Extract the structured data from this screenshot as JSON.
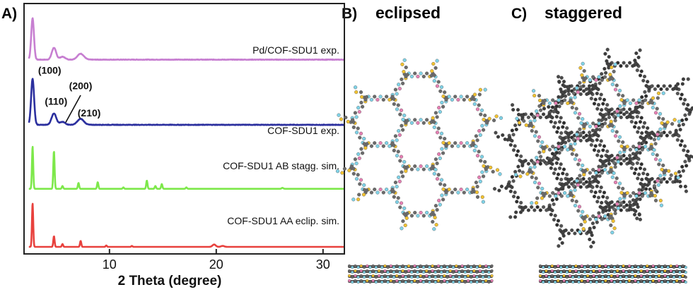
{
  "panels": {
    "a": {
      "letter": "A)"
    },
    "b": {
      "letter": "B)",
      "title": "eclipsed"
    },
    "c": {
      "letter": "C)",
      "title": "staggered"
    }
  },
  "colors": {
    "pd": "#c77fd1",
    "exp": "#2b2f9e",
    "stagg": "#7de84a",
    "eclip": "#e8413d",
    "frame": "#222222",
    "atom_c": "#6b6b6b",
    "atom_n": "#7fd3e8",
    "atom_o": "#f2c230",
    "atom_pink": "#e67fb3"
  },
  "chart_data": {
    "type": "line",
    "xlabel": "2 Theta (degree)",
    "ylabel": "",
    "xlim": [
      2,
      32
    ],
    "xticks": [
      10,
      20,
      30
    ],
    "ylim": [
      0,
      1
    ],
    "grid": false,
    "series": [
      {
        "name": "Pd/COF-SDU1 exp.",
        "color_key": "pd",
        "baseline": 0.79,
        "noise": 0.002,
        "peaks": [
          {
            "x": 2.8,
            "h": 0.175,
            "w": 0.13
          },
          {
            "x": 4.8,
            "h": 0.05,
            "w": 0.2
          },
          {
            "x": 5.6,
            "h": 0.012,
            "w": 0.25
          },
          {
            "x": 7.3,
            "h": 0.025,
            "w": 0.3
          }
        ]
      },
      {
        "name": "COF-SDU1 exp.",
        "color_key": "exp",
        "baseline": 0.515,
        "noise": 0.002,
        "peaks": [
          {
            "x": 2.8,
            "h": 0.195,
            "w": 0.14
          },
          {
            "x": 4.8,
            "h": 0.048,
            "w": 0.22
          },
          {
            "x": 5.6,
            "h": 0.012,
            "w": 0.25
          },
          {
            "x": 7.3,
            "h": 0.025,
            "w": 0.3
          }
        ]
      },
      {
        "name": "COF-SDU1 AB stagg. sim.",
        "color_key": "stagg",
        "baseline": 0.245,
        "noise": 0.0,
        "peaks": [
          {
            "x": 2.8,
            "h": 0.18,
            "w": 0.06
          },
          {
            "x": 4.8,
            "h": 0.16,
            "w": 0.06
          },
          {
            "x": 5.6,
            "h": 0.012,
            "w": 0.06
          },
          {
            "x": 7.1,
            "h": 0.025,
            "w": 0.06
          },
          {
            "x": 8.9,
            "h": 0.028,
            "w": 0.06
          },
          {
            "x": 11.3,
            "h": 0.006,
            "w": 0.06
          },
          {
            "x": 13.5,
            "h": 0.035,
            "w": 0.06
          },
          {
            "x": 14.3,
            "h": 0.012,
            "w": 0.06
          },
          {
            "x": 14.9,
            "h": 0.02,
            "w": 0.06
          },
          {
            "x": 17.2,
            "h": 0.006,
            "w": 0.06
          },
          {
            "x": 26.2,
            "h": 0.004,
            "w": 0.08
          }
        ]
      },
      {
        "name": "COF-SDU1 AA eclip. sim.",
        "color_key": "eclip",
        "baseline": 0.0,
        "noise": 0.0,
        "peaks": [
          {
            "x": 2.8,
            "h": 0.185,
            "w": 0.06
          },
          {
            "x": 4.8,
            "h": 0.045,
            "w": 0.06
          },
          {
            "x": 5.6,
            "h": 0.012,
            "w": 0.06
          },
          {
            "x": 7.3,
            "h": 0.025,
            "w": 0.06
          },
          {
            "x": 9.7,
            "h": 0.006,
            "w": 0.06
          },
          {
            "x": 12.1,
            "h": 0.004,
            "w": 0.06
          },
          {
            "x": 19.8,
            "h": 0.01,
            "w": 0.15
          },
          {
            "x": 20.6,
            "h": 0.004,
            "w": 0.15
          }
        ]
      }
    ],
    "annotations": [
      {
        "text": "(100)",
        "x": 4.4,
        "y": 0.73
      },
      {
        "text": "(110)",
        "x": 5.0,
        "y": 0.6
      },
      {
        "text": "(200)",
        "x": 7.3,
        "y": 0.665
      },
      {
        "text": "(210)",
        "x": 8.1,
        "y": 0.55
      }
    ],
    "leader": {
      "x1": 5.9,
      "y1": 0.525,
      "x2": 7.3,
      "y2": 0.64
    }
  }
}
